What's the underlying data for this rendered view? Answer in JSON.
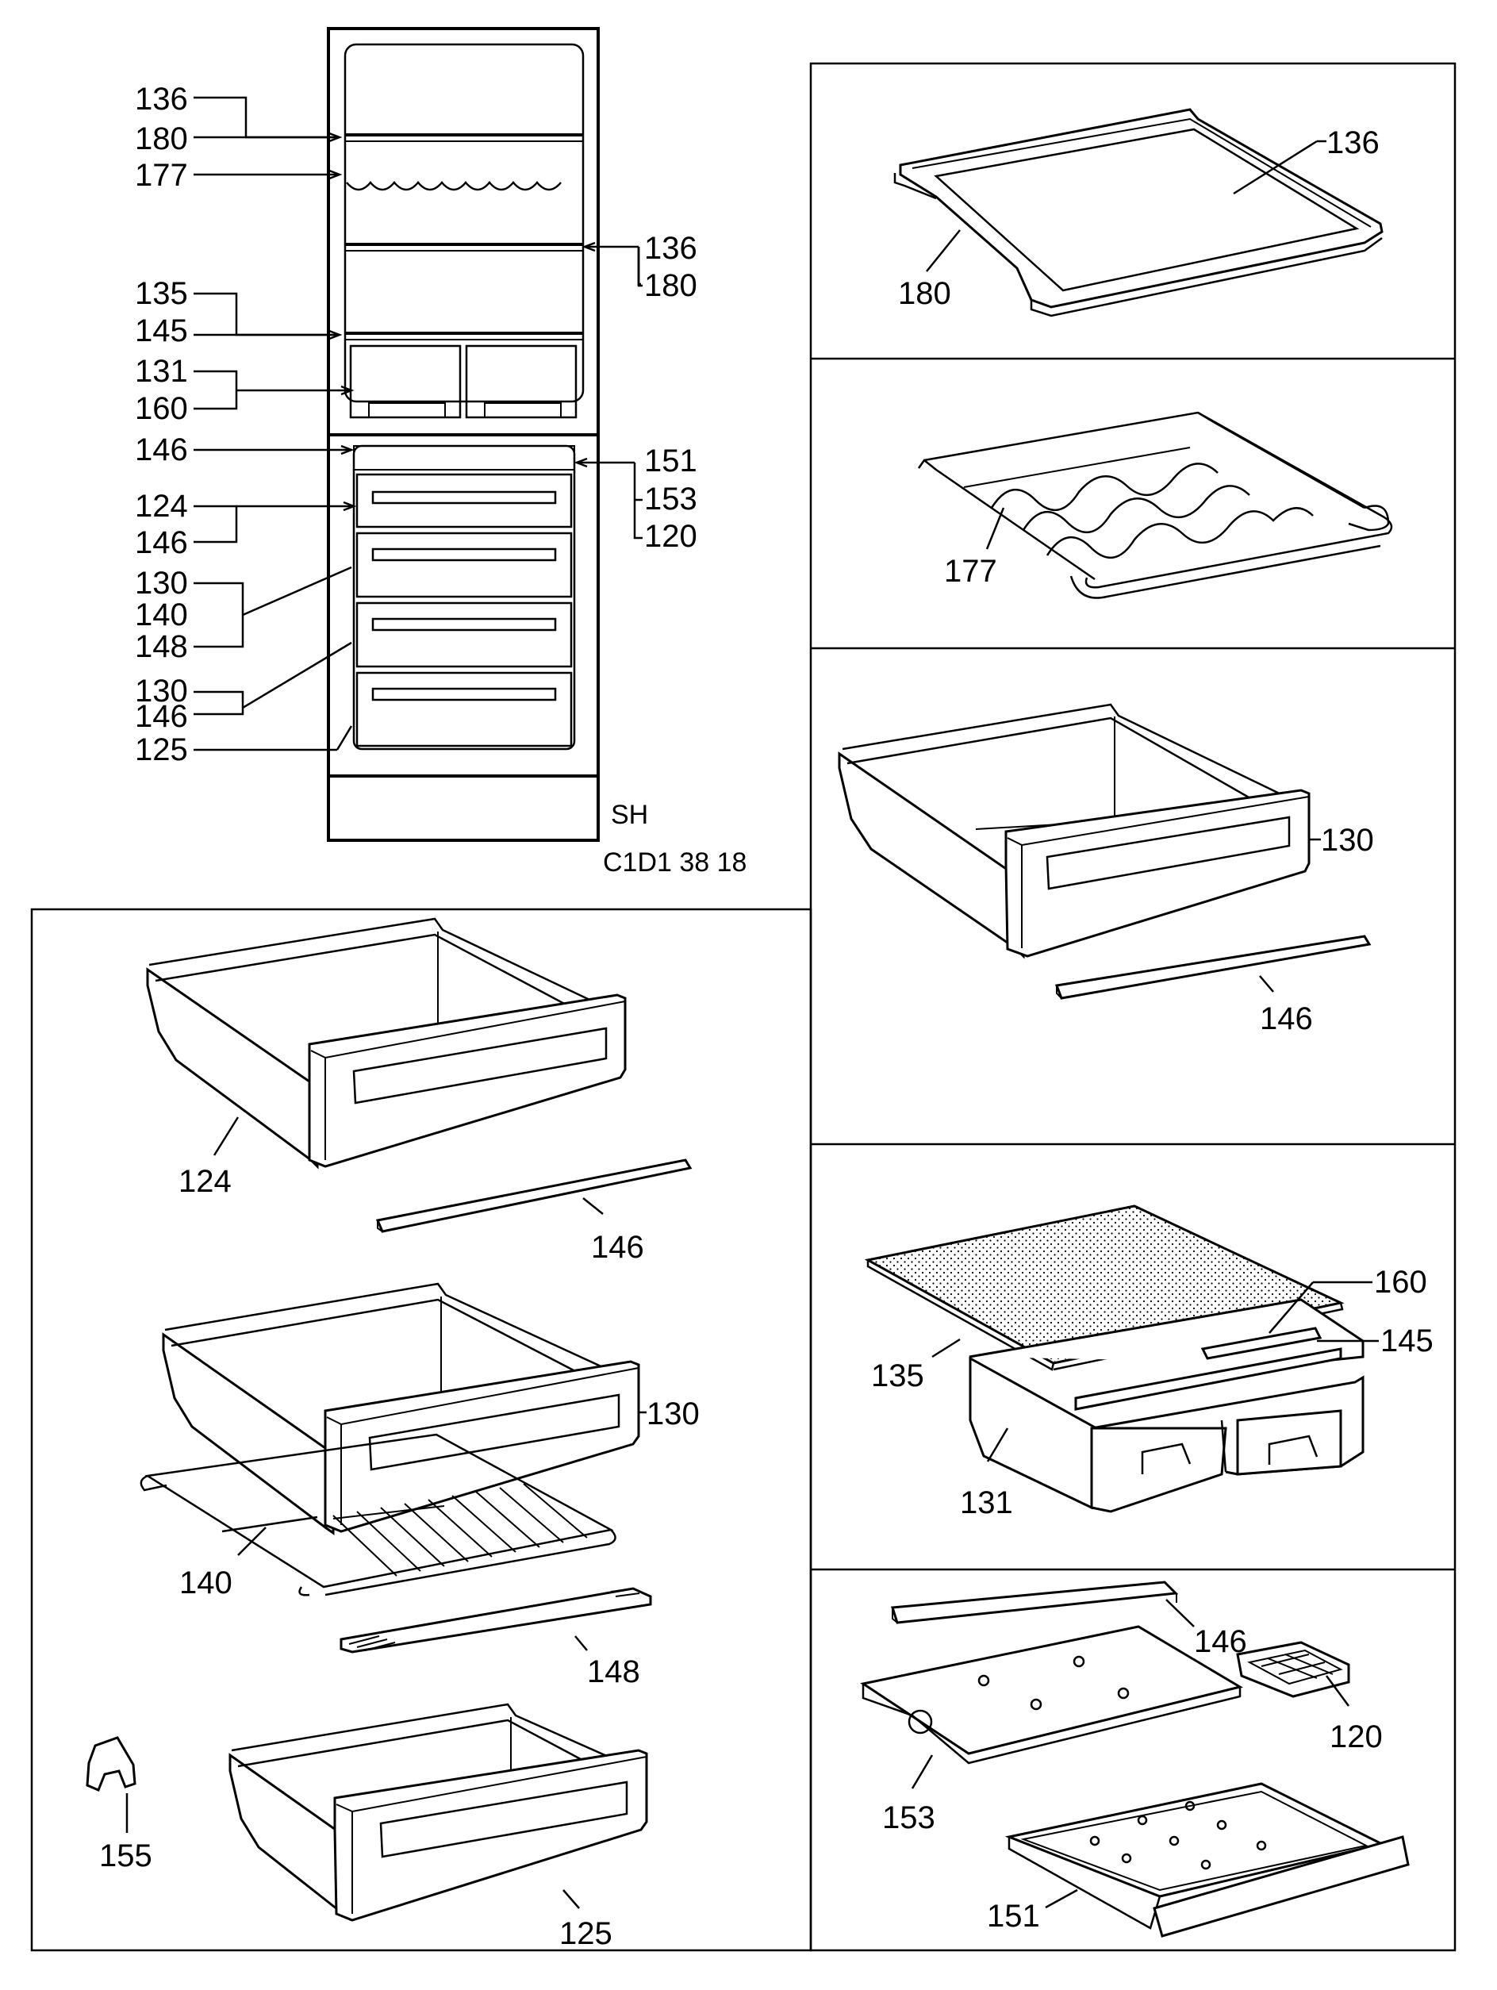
{
  "overview": {
    "labels": {
      "l136a": "136",
      "l180a": "180",
      "l177": "177",
      "l136b": "136",
      "l180b": "180",
      "l135": "135",
      "l145": "145",
      "l131": "131",
      "l160": "160",
      "l146a": "146",
      "l151": "151",
      "l153": "153",
      "l120": "120",
      "l124": "124",
      "l146b": "146",
      "l130a": "130",
      "l140": "140",
      "l148": "148",
      "l130b": "130",
      "l146c": "146",
      "l125": "125"
    },
    "model_code": "SH",
    "drawing_code": "C1D1 38 18"
  },
  "panels": {
    "shelf": {
      "l136": "136",
      "l180": "180"
    },
    "wine_rack": {
      "l177": "177"
    },
    "crisper": {
      "l130": "130",
      "l146": "146"
    },
    "vegetable_bins": {
      "l160": "160",
      "l145": "145",
      "l135": "135",
      "l131": "131"
    },
    "freezer_tray": {
      "l146": "146",
      "l120": "120",
      "l153": "153",
      "l151": "151"
    },
    "freezer_drawers": {
      "l124": "124",
      "l146a": "146",
      "l130": "130",
      "l140": "140",
      "l148": "148",
      "l155": "155",
      "l125": "125"
    }
  }
}
